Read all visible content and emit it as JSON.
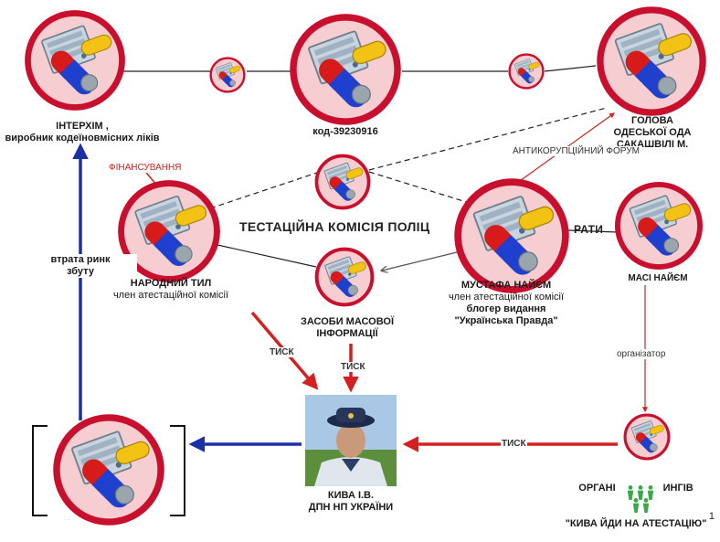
{
  "nodes": {
    "interkhim": {
      "line1": "ІНТЕРХІМ ,",
      "line2": "виробник кодеїновмісних ліків"
    },
    "center_top": {
      "line1": "код-39230916"
    },
    "head_oda": {
      "line1": "ГОЛОВА",
      "line2": "ОДЕСЬКОЇ ОДА",
      "line3": "САКАШВІЛІ М."
    },
    "narodny_tyl": {
      "line1": "НАРОДНИЙ ТИЛ",
      "line2": "член атестаційної комісії"
    },
    "media": {
      "line1": "ЗАСОБИ МАСОВОЇ",
      "line2": "ІНФОРМАЦІЇ"
    },
    "mustafa": {
      "line1": "МУСТАФА НАЙЄМ",
      "line2": "член атестаційної комісії",
      "line3": "блогер видання",
      "line4": "\"Українська Правда\""
    },
    "masi": {
      "line1": "МАСІ НАЙЄМ"
    },
    "organizers": {
      "line1": "ОРГАНІ                 ИНГІВ",
      "line2": "\"КИВА ЙДИ НА АТЕСТАЦІЮ\""
    },
    "kyva": {
      "line1": "КИВА І.В.",
      "line2": "ДПН НП УКРАЇНИ"
    }
  },
  "banner": {
    "text": "ТЕСТАЦІЙНА КОМІСІЯ ПОЛІЦ",
    "tail": "РАТИ"
  },
  "edges": {
    "financing": "ФІНАНСУВАННЯ",
    "anticorruption": "АНТИКОРУПЦІЙНИЙ ФОРУМ",
    "lost_market_1": "втрата ринк",
    "lost_market_2": "збуту",
    "organizer": "організатор",
    "pressure_left": "ТИСК",
    "pressure_mid": "ТИСК",
    "pressure_right": "ТИСК"
  },
  "page_number": "1",
  "colors": {
    "red": "#d42020",
    "blue": "#1a2fa8",
    "ring": "#c8102e",
    "ring_fill": "#f8c8c8"
  },
  "icons": {
    "node": "pill-server-icon",
    "people": "people-icon"
  }
}
